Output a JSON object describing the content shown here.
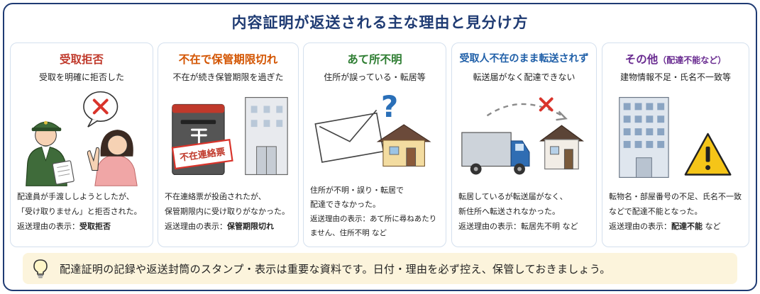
{
  "title": "内容証明が返送される主な理由と見分け方",
  "cards": [
    {
      "title": "受取拒否",
      "subtitle": "受取を明確に拒否した",
      "lines": [
        "配達員が手渡ししようとしたが、",
        "「受け取りません」と拒否された。"
      ],
      "display_label": "返送理由の表示：",
      "display_value": "受取拒否",
      "color": "#c0392b"
    },
    {
      "title": "不在で保管期限切れ",
      "subtitle": "不在が続き保管期限を過ぎた",
      "lines": [
        "不在連絡票が投函されたが、",
        "保管期限内に受け取りがなかった。"
      ],
      "display_label": "返送理由の表示：",
      "display_value": "保管期限切れ",
      "illus_label": "不在連絡票",
      "color": "#d35400"
    },
    {
      "title": "あて所不明",
      "subtitle": "住所が誤っている・転居等",
      "lines": [
        "住所が不明・誤り・転居で",
        "配達できなかった。",
        "返送理由の表示：あて所に尋ねあたり",
        "ません、住所不明 など"
      ],
      "color": "#2e7d32"
    },
    {
      "title": "受取人不在のまま転送されず",
      "subtitle": "転送届がなく配達できない",
      "lines": [
        "転居しているが転送届がなく、",
        "新住所へ転送されなかった。",
        "返送理由の表示：転居先不明 など"
      ],
      "color": "#1f5fa8"
    },
    {
      "title": "その他",
      "title_sub": "（配達不能など）",
      "subtitle": "建物情報不足・氏名不一致等",
      "lines": [
        "転物名・部屋番号の不足、氏名不一致",
        "などで配達不能となった。"
      ],
      "display_label": "返送理由の表示：",
      "display_value": "配達不能",
      "display_suffix": " など",
      "color": "#6a2c91"
    }
  ],
  "footer": {
    "icon": "lightbulb-icon",
    "note": "配達証明の記録や返送封筒のスタンプ・表示は重要な資料です。日付・理由を必ず控え、保管しておきましょう。"
  }
}
